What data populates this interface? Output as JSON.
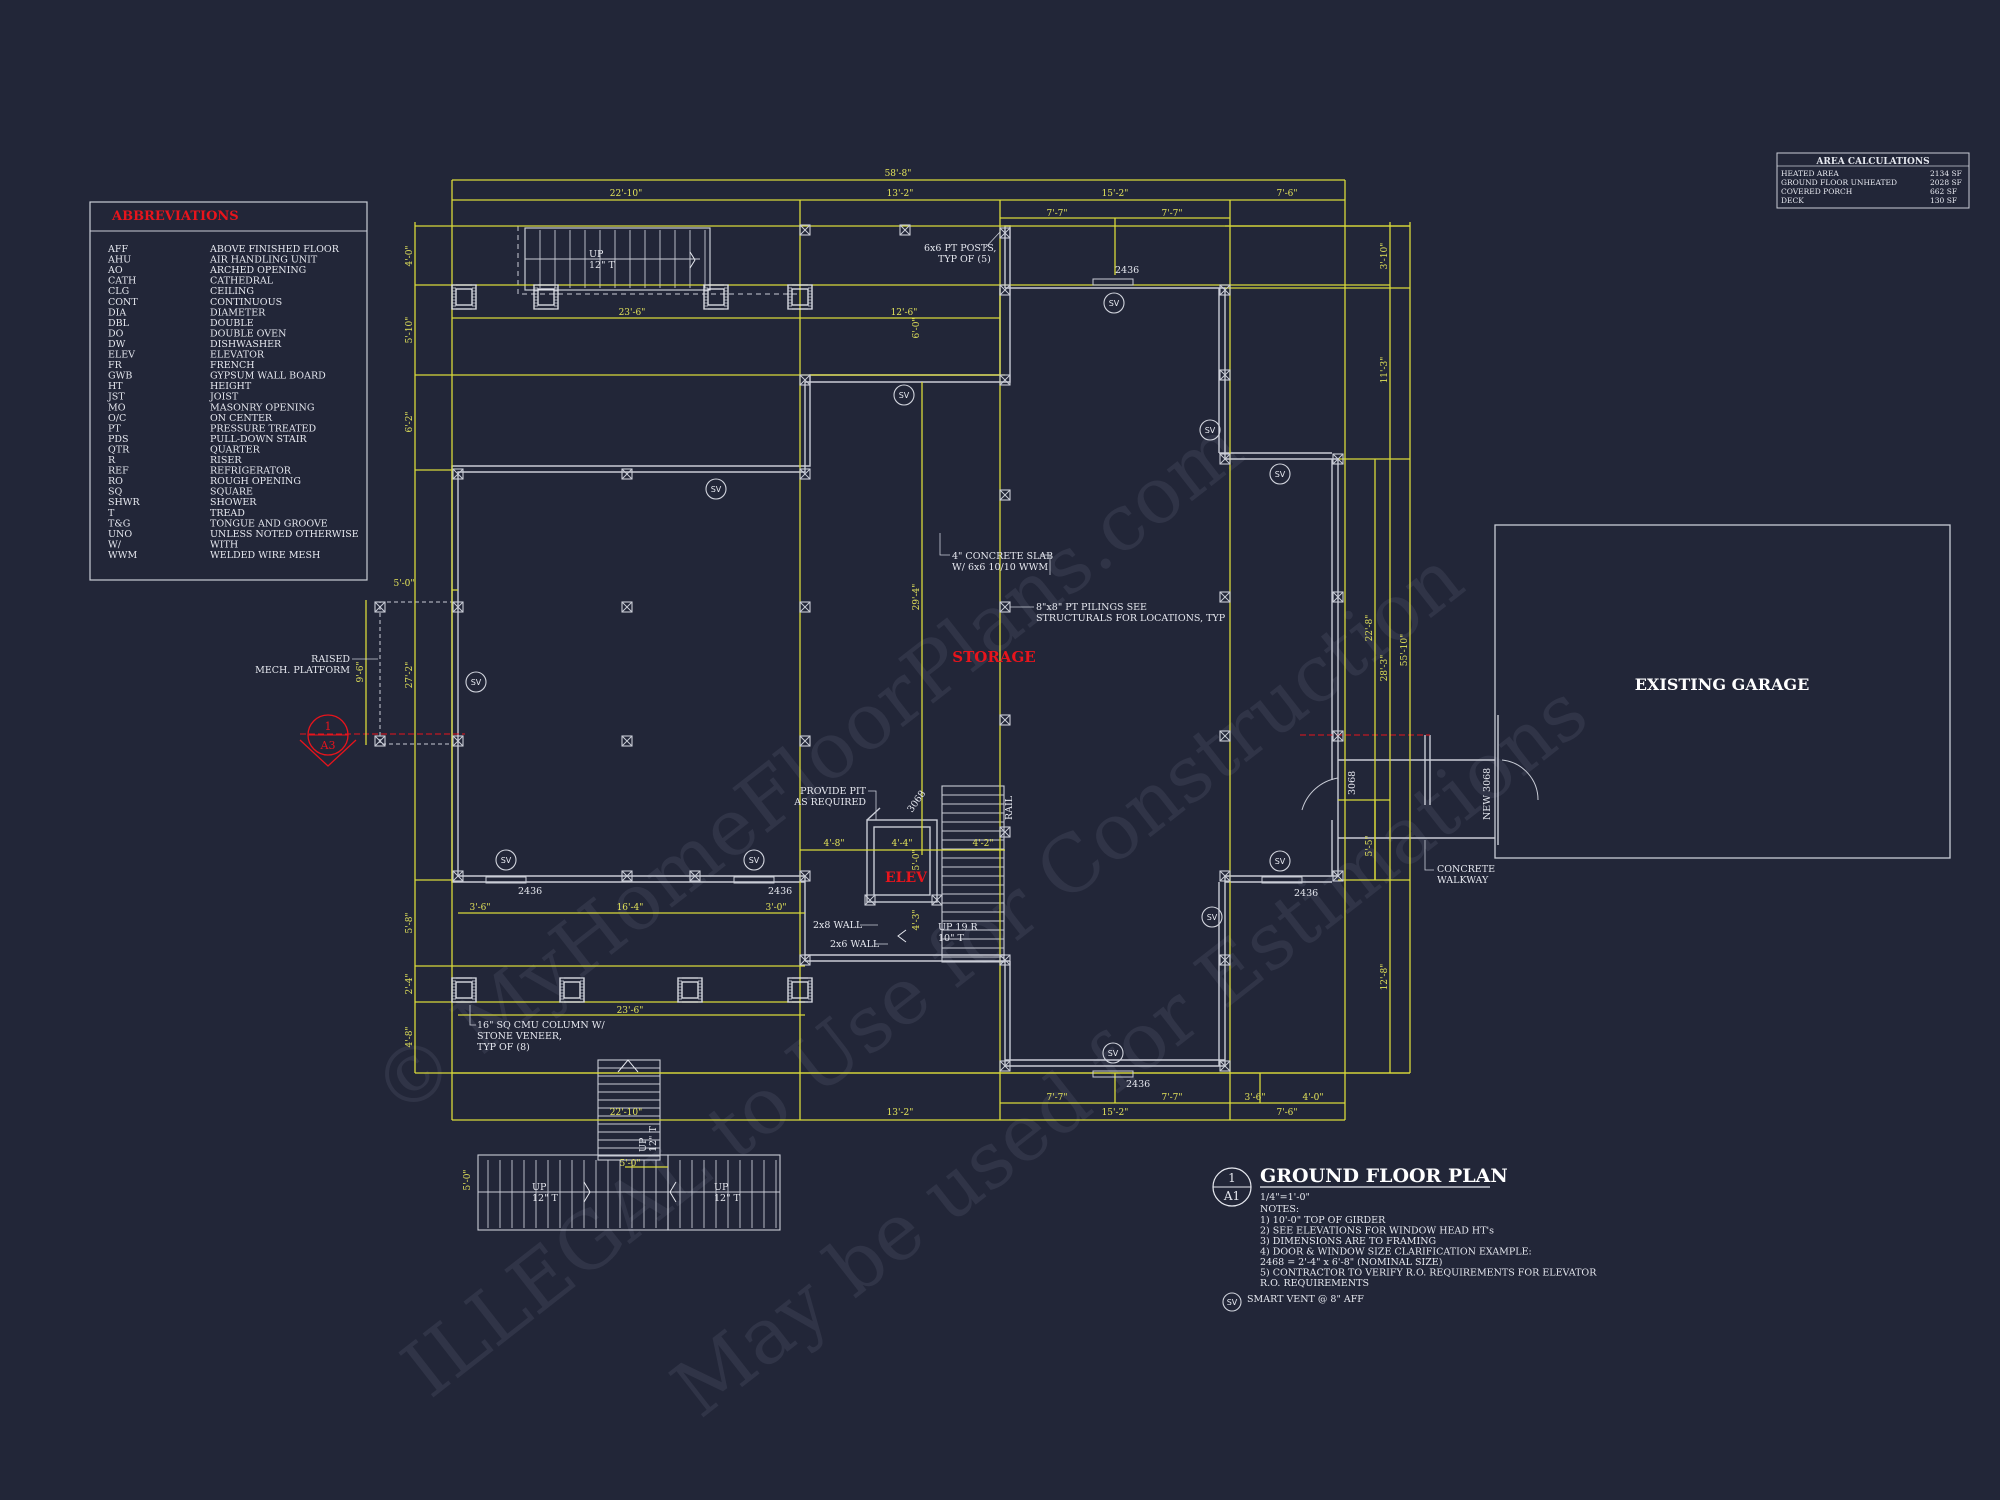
{
  "abbreviations": {
    "title": "ABBREVIATIONS",
    "items": [
      {
        "k": "AFF",
        "v": "ABOVE FINISHED FLOOR"
      },
      {
        "k": "AHU",
        "v": "AIR HANDLING UNIT"
      },
      {
        "k": "AO",
        "v": "ARCHED OPENING"
      },
      {
        "k": "CATH",
        "v": "CATHEDRAL"
      },
      {
        "k": "CLG",
        "v": "CEILING"
      },
      {
        "k": "CONT",
        "v": "CONTINUOUS"
      },
      {
        "k": "DIA",
        "v": "DIAMETER"
      },
      {
        "k": "DBL",
        "v": "DOUBLE"
      },
      {
        "k": "DO",
        "v": "DOUBLE OVEN"
      },
      {
        "k": "DW",
        "v": "DISHWASHER"
      },
      {
        "k": "ELEV",
        "v": "ELEVATOR"
      },
      {
        "k": "FR",
        "v": "FRENCH"
      },
      {
        "k": "GWB",
        "v": "GYPSUM WALL BOARD"
      },
      {
        "k": "HT",
        "v": "HEIGHT"
      },
      {
        "k": "JST",
        "v": "JOIST"
      },
      {
        "k": "MO",
        "v": "MASONRY OPENING"
      },
      {
        "k": "O/C",
        "v": "ON CENTER"
      },
      {
        "k": "PT",
        "v": "PRESSURE TREATED"
      },
      {
        "k": "PDS",
        "v": "PULL-DOWN STAIR"
      },
      {
        "k": "QTR",
        "v": "QUARTER"
      },
      {
        "k": "R",
        "v": "RISER"
      },
      {
        "k": "REF",
        "v": "REFRIGERATOR"
      },
      {
        "k": "RO",
        "v": "ROUGH OPENING"
      },
      {
        "k": "SQ",
        "v": "SQUARE"
      },
      {
        "k": "SHWR",
        "v": "SHOWER"
      },
      {
        "k": "T",
        "v": "TREAD"
      },
      {
        "k": "T&G",
        "v": "TONGUE AND GROOVE"
      },
      {
        "k": "UNO",
        "v": "UNLESS NOTED OTHERWISE"
      },
      {
        "k": "W/",
        "v": "WITH"
      },
      {
        "k": "WWM",
        "v": "WELDED WIRE MESH"
      }
    ]
  },
  "area_calc": {
    "title": "AREA CALCULATIONS",
    "rows": [
      {
        "label": "HEATED AREA",
        "value": "2134 SF"
      },
      {
        "label": "GROUND FLOOR UNHEATED",
        "value": "2028 SF"
      },
      {
        "label": "COVERED PORCH",
        "value": "662 SF"
      },
      {
        "label": "DECK",
        "value": "130 SF"
      }
    ]
  },
  "rooms": {
    "storage": "STORAGE",
    "elev": "ELEV",
    "garage": "EXISTING GARAGE"
  },
  "labels": {
    "posts": "6x6 PT POSTS,",
    "posts2": "TYP OF (5)",
    "slab": "4\" CONCRETE SLAB",
    "slab2": "W/ 6x6 10/10 WWM",
    "pilings": "8\"x8\" PT PILINGS SEE",
    "pilings2": "STRUCTURALS FOR LOCATIONS, TYP",
    "raised": "RAISED",
    "raised2": "MECH. PLATFORM",
    "pit": "PROVIDE PIT",
    "pit2": "AS REQUIRED",
    "wall28": "2x8 WALL",
    "wall26": "2x6 WALL",
    "up19": "UP 19 R",
    "up19b": "10\" T",
    "cmu": "16\" SQ CMU COLUMN W/",
    "cmu2": "STONE VENEER,",
    "cmu3": "TYP OF (8)",
    "walkway": "CONCRETE",
    "walkway2": "WALKWAY",
    "new3068": "NEW 3068",
    "door3068": "3068",
    "rail": "RAIL",
    "up": "UP",
    "up12": "12\" T",
    "sv": "SV",
    "w2436": "2436"
  },
  "dims": {
    "total_top": "58'-8\"",
    "d22_10": "22'-10\"",
    "d13_2": "13'-2\"",
    "d15_2": "15'-2\"",
    "d7_6": "7'-6\"",
    "d7_7": "7'-7\"",
    "d23_6": "23'-6\"",
    "d12_6": "12'-6\"",
    "d6_0": "6'-0\"",
    "d4_0": "4'-0\"",
    "d5_10": "5'-10\"",
    "d6_2": "6'-2\"",
    "d27_2": "27'-2\"",
    "d9_6": "9'-6\"",
    "d5_0": "5'-0\"",
    "d5_8": "5'-8\"",
    "d2_4": "2'-4\"",
    "d4_8": "4'-8\"",
    "d3_6": "3'-6\"",
    "d16_4": "16'-4\"",
    "d3_0": "3'-0\"",
    "d4_4": "4'-4\"",
    "d4_2": "4'-2\"",
    "d29_4": "29'-4\"",
    "d3_10": "3'-10\"",
    "d11_3": "11'-3\"",
    "d22_8": "22'-8\"",
    "d28_3": "28'-3\"",
    "d55_10": "55'-10\"",
    "d5_5": "5'-5\"",
    "d12_8": "12'-8\"",
    "d4_0b": "4'-0\"",
    "d5_0b": "5'-0\"",
    "d4_3": "4'-3\""
  },
  "plan_title": {
    "num": "1",
    "sheet": "A1",
    "title": "GROUND FLOOR PLAN",
    "scale": "1/4\"=1'-0\"",
    "notes_head": "NOTES:",
    "notes": [
      "1) 10'-0\" TOP OF GIRDER",
      "2) SEE ELEVATIONS FOR WINDOW HEAD HT's",
      "3) DIMENSIONS ARE TO FRAMING",
      "4) DOOR & WINDOW SIZE CLARIFICATION EXAMPLE:",
      "    2468 = 2'-4\" x 6'-8\" (NOMINAL SIZE)",
      "5) CONTRACTOR TO VERIFY R.O. REQUIREMENTS FOR ELEVATOR",
      "    R.O. REQUIREMENTS"
    ],
    "sv_note": "SMART VENT @ 8\" AFF"
  },
  "section_mark": {
    "num": "1",
    "sheet": "A3"
  },
  "watermark": {
    "line1": "© MyHomeFloorPlans.com",
    "line2": "ILLEGAL to Use for Construction",
    "line3": "May be used for Estimations"
  },
  "colors": {
    "bg": "#222638",
    "dim": "#d9d93a",
    "wall": "#c9ccd6",
    "red": "#e8141c"
  }
}
